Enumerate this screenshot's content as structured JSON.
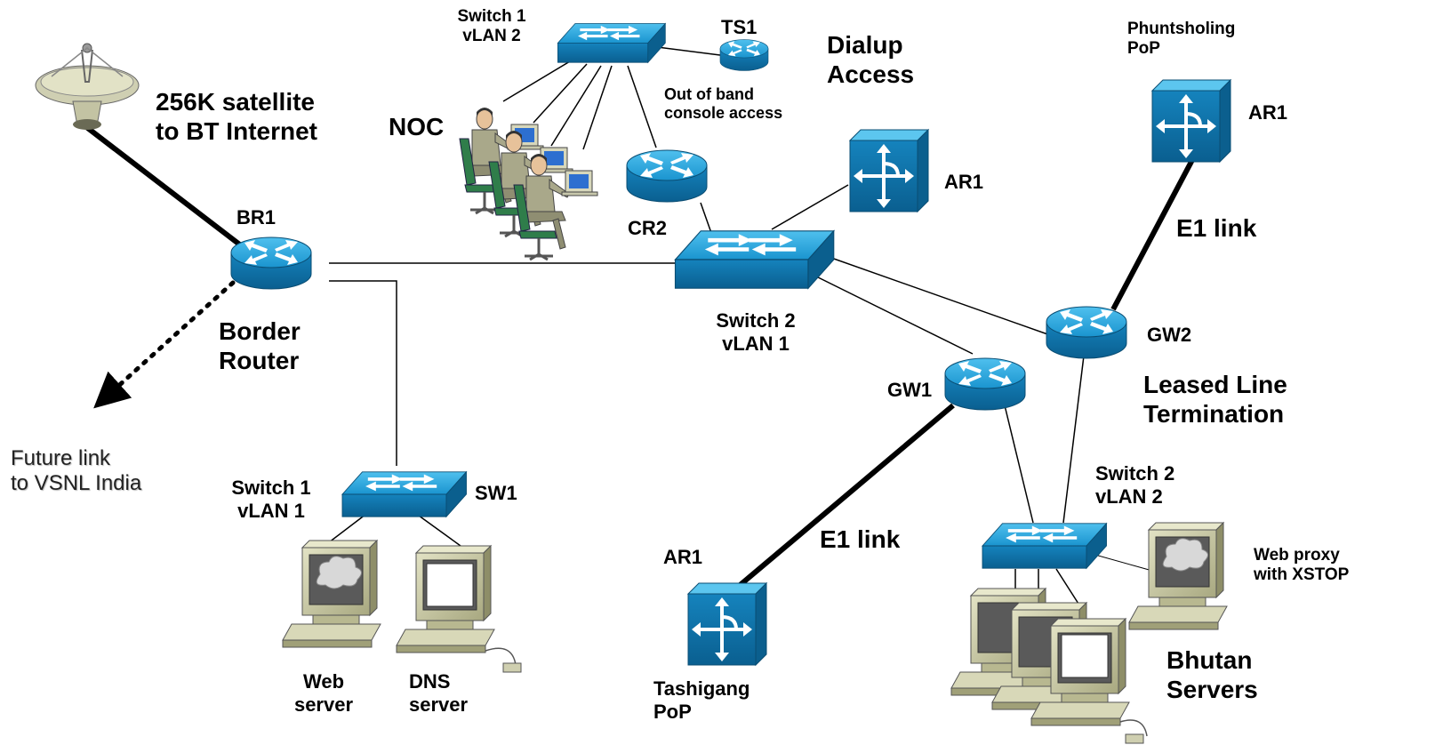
{
  "labels": {
    "satellite": "256K satellite\nto BT Internet",
    "br1": "BR1",
    "border_router": "Border\nRouter",
    "future_link": "Future link\nto VSNL India",
    "switch1_vlan2": "Switch 1\nvLAN 2",
    "noc": "NOC",
    "ts1": "TS1",
    "out_of_band": "Out of band\nconsole access",
    "dialup": "Dialup\nAccess",
    "cr2": "CR2",
    "ar1_center": "AR1",
    "phuntsholing": "Phuntsholing\nPoP",
    "ar1_right": "AR1",
    "e1_link_right": "E1 link",
    "switch2_vlan1": "Switch 2\nvLAN 1",
    "gw2": "GW2",
    "gw1": "GW1",
    "leased_line": "Leased Line\nTermination",
    "switch1_vlan1": "Switch 1\nvLAN 1",
    "sw1": "SW1",
    "web_server": "Web\nserver",
    "dns_server": "DNS\nserver",
    "ar1_bottom": "AR1",
    "e1_link_bottom": "E1 link",
    "tashigang": "Tashigang\nPoP",
    "switch2_vlan2": "Switch 2\nvLAN 2",
    "web_proxy": "Web proxy\nwith XSTOP",
    "bhutan_servers": "Bhutan\nServers"
  },
  "colors": {
    "device_blue": "#1fa0d8",
    "device_dark": "#0b5f8e",
    "computer_beige": "#c8c8a0",
    "screen_gray": "#5a5a5a",
    "link_black": "#000000"
  },
  "icons": {
    "router": "router-icon",
    "switch": "switch-icon",
    "access_router": "access-router-icon",
    "satellite": "satellite-dish-icon",
    "computer": "computer-icon",
    "operator": "operator-icon"
  }
}
